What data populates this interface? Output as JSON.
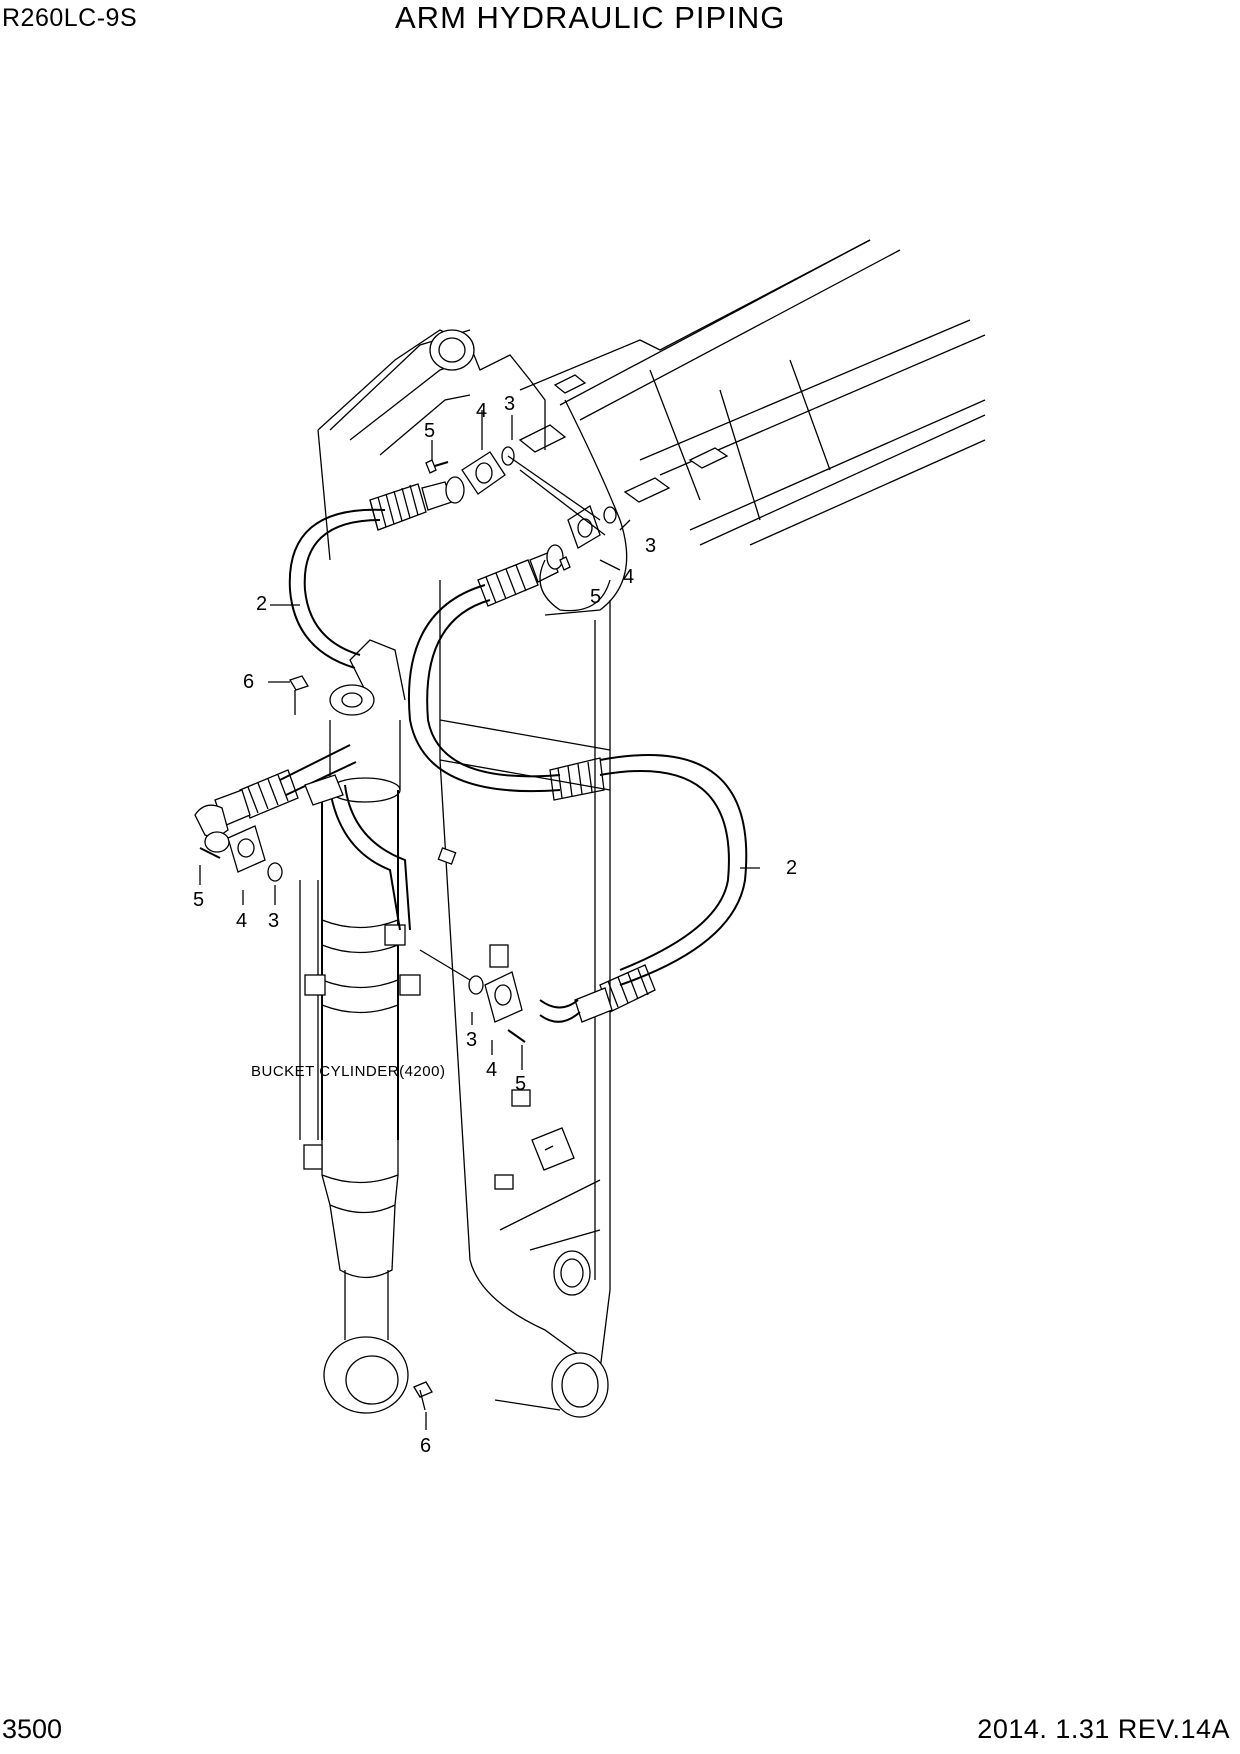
{
  "header": {
    "model": "R260LC-9S",
    "title": "ARM HYDRAULIC PIPING"
  },
  "footer": {
    "page_number": "3500",
    "date_rev": "2014. 1.31  REV.14A"
  },
  "diagram": {
    "reference_label": "BUCKET CYLINDER(4200)",
    "callouts": {
      "c1": "5",
      "c2": "4",
      "c3": "3",
      "c4": "3",
      "c5": "4",
      "c6": "5",
      "c7": "2",
      "c8": "6",
      "c9": "2",
      "c10": "5",
      "c11": "4",
      "c12": "3",
      "c13": "3",
      "c14": "4",
      "c15": "5",
      "c16": "6"
    }
  }
}
